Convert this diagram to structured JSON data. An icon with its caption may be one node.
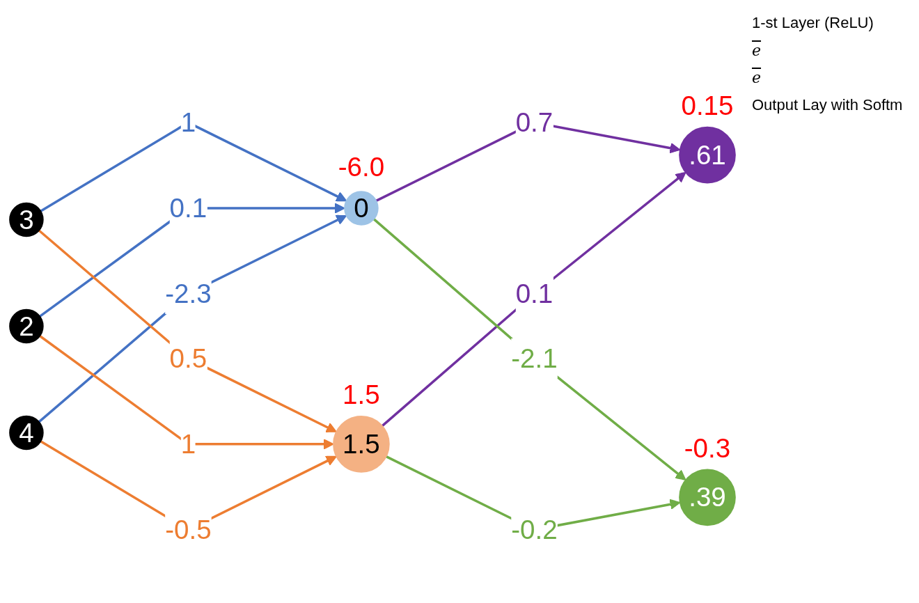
{
  "diagram": {
    "nodes": [
      {
        "text": [
          "3"
        ]
      },
      {
        "text": [
          "2"
        ]
      },
      {
        "text": [
          "4"
        ]
      },
      {
        "text": [
          "0"
        ],
        "beside": [
          "-6.0"
        ]
      },
      {
        "text": [
          "1.5"
        ],
        "beside": [
          "1.5"
        ]
      },
      {
        "text": [
          ".61"
        ],
        "beside": [
          "0.15"
        ]
      },
      {
        "text": [
          ".39"
        ],
        "beside": [
          "-0.3"
        ]
      }
    ],
    "edges": [
      {
        "from": 0,
        "to": 3,
        "arrow": "to",
        "label": "1",
        "color": "#4472c4"
      },
      {
        "from": 1,
        "to": 3,
        "arrow": "to",
        "label": "0.1",
        "color": "#4472c4"
      },
      {
        "from": 2,
        "to": 3,
        "arrow": "to",
        "label": "-2.3",
        "color": "#4472c4"
      },
      {
        "from": 0,
        "to": 4,
        "arrow": "to",
        "label": "0.5",
        "color": "#ed7d31"
      },
      {
        "from": 1,
        "to": 4,
        "arrow": "to",
        "label": "1",
        "color": "#ed7d31"
      },
      {
        "from": 2,
        "to": 4,
        "arrow": "to",
        "label": "-0.5",
        "color": "#ed7d31"
      },
      {
        "from": 3,
        "to": 5,
        "arrow": "to",
        "label": "0.7",
        "color": "#7030a0"
      },
      {
        "from": 4,
        "to": 5,
        "arrow": "to",
        "label": "0.1",
        "color": "#7030a0"
      },
      {
        "from": 3,
        "to": 6,
        "arrow": "to",
        "label": "-2.1",
        "color": "#70ad47"
      },
      {
        "from": 4,
        "to": 6,
        "arrow": "to",
        "label": "-0.2",
        "color": "#70ad47"
      }
    ],
    "labels": [
      "1-st Layer (ReLU)",
      "e",
      "e",
      "Output Lay with Softm"
    ]
  }
}
